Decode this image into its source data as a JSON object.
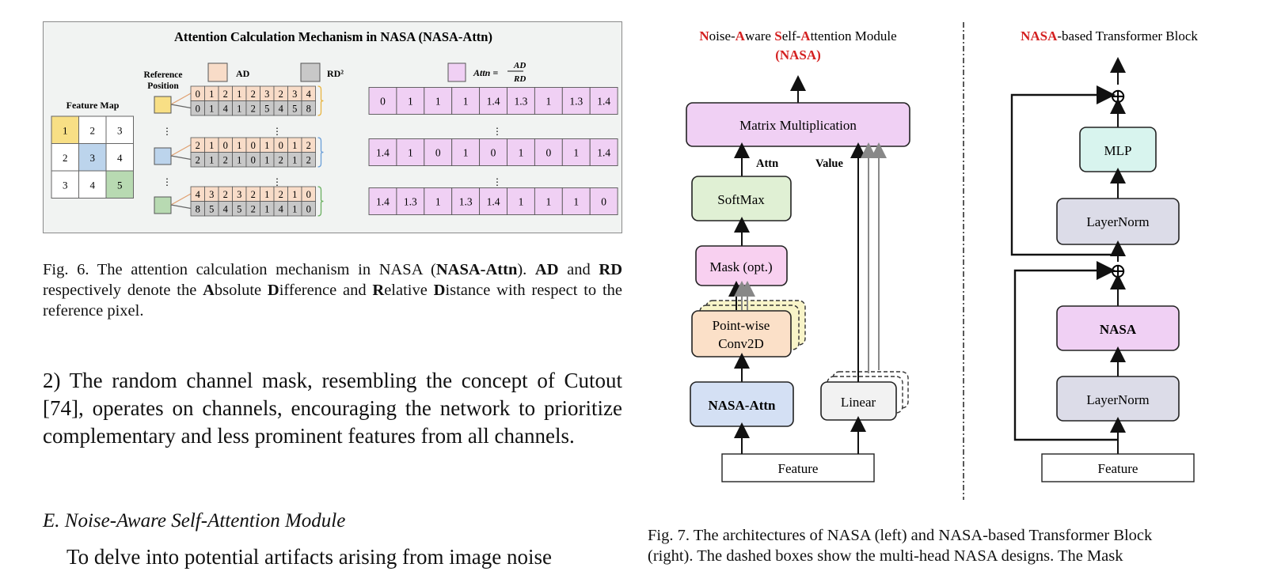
{
  "fig6": {
    "title": "Attention Calculation Mechanism in NASA (NASA-Attn)",
    "ref_label_1": "Reference",
    "ref_label_2": "Position",
    "legend_ad": "AD",
    "legend_rd": "RD²",
    "legend_attn_lhs": "Attn =",
    "legend_attn_num": "AD",
    "legend_attn_den": "RD",
    "feature_map_label": "Feature Map",
    "feature_map": [
      [
        "1",
        "2",
        "3"
      ],
      [
        "2",
        "3",
        "4"
      ],
      [
        "3",
        "4",
        "5"
      ]
    ],
    "dots": "⋮",
    "rows": [
      {
        "ad": [
          "0",
          "1",
          "2",
          "1",
          "2",
          "3",
          "2",
          "3",
          "4"
        ],
        "rd": [
          "0",
          "1",
          "4",
          "1",
          "2",
          "5",
          "4",
          "5",
          "8"
        ],
        "attn": [
          "0",
          "1",
          "1",
          "1",
          "1.4",
          "1.3",
          "1",
          "1.3",
          "1.4"
        ]
      },
      {
        "ad": [
          "2",
          "1",
          "0",
          "1",
          "0",
          "1",
          "0",
          "1",
          "2"
        ],
        "rd": [
          "2",
          "1",
          "2",
          "1",
          "0",
          "1",
          "2",
          "1",
          "2"
        ],
        "attn": [
          "1.4",
          "1",
          "0",
          "1",
          "0",
          "1",
          "0",
          "1",
          "1.4"
        ]
      },
      {
        "ad": [
          "4",
          "3",
          "2",
          "3",
          "2",
          "1",
          "2",
          "1",
          "0"
        ],
        "rd": [
          "8",
          "5",
          "4",
          "5",
          "2",
          "1",
          "4",
          "1",
          "0"
        ],
        "attn": [
          "1.4",
          "1.3",
          "1",
          "1.3",
          "1.4",
          "1",
          "1",
          "1",
          "0"
        ]
      }
    ],
    "colors": {
      "ad": "#f8dcc8",
      "rd": "#c8c8c8",
      "attn": "#f0d0f4",
      "ref1": "#f8df85",
      "ref2": "#bcd4ec",
      "ref3": "#b8dab2"
    }
  },
  "fig6_caption": {
    "prefix": "Fig. 6.  The attention calculation mechanism in NASA (",
    "nasa_attn": "NASA-Attn",
    "mid1": "). ",
    "ad": "AD",
    "mid2": " and ",
    "rd": "RD",
    "mid3": " respectively denote the ",
    "a": "A",
    "bsolute": "bsolute ",
    "d1": "D",
    "ifference": "ifference and ",
    "r": "R",
    "elative": "elative ",
    "d2": "D",
    "istance": "istance with respect to the reference pixel."
  },
  "body_paragraph": "2) The random channel mask, resembling the concept of Cutout [74], operates on channels, encouraging the network to prioritize complementary and less prominent features from all channels.",
  "section_heading": "E. Noise-Aware Self-Attention Module",
  "next_line": "To delve into potential artifacts arising from image noise",
  "fig7": {
    "left_title_parts": [
      "N",
      "oise-",
      "A",
      "ware ",
      "S",
      "elf-",
      "A",
      "ttention Module"
    ],
    "left_title_sub": "(NASA)",
    "right_title_red": "NASA",
    "right_title_rest": "-based Transformer Block",
    "matmul": "Matrix Multiplication",
    "attn_label": "Attn",
    "value_label": "Value",
    "softmax": "SoftMax",
    "mask": "Mask (opt.)",
    "conv_1": "Point-wise",
    "conv_2": "Conv2D",
    "nasa_attn": "NASA-Attn",
    "linear": "Linear",
    "feature": "Feature",
    "mlp": "MLP",
    "layernorm": "LayerNorm",
    "nasa": "NASA",
    "plus": "⊕"
  },
  "fig7_caption_line1": "Fig. 7.  The architectures of NASA (left) and NASA-based Transformer Block",
  "fig7_caption_line2": "(right). The dashed boxes show the multi-head NASA designs. The Mask"
}
